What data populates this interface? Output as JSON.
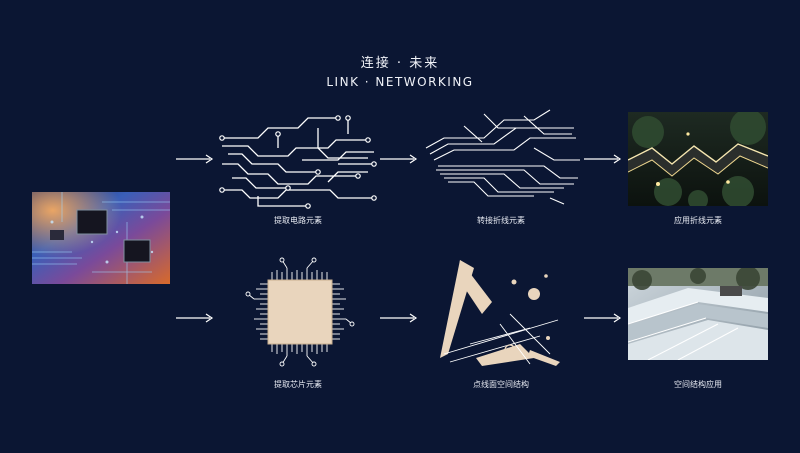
{
  "header": {
    "title_cn": "连接 · 未来",
    "title_en": "LINK · NETWORKING"
  },
  "captions": {
    "circuit_lines": "提取电路元素",
    "fold_lines": "转接折线元素",
    "apply_fold": "应用折线元素",
    "chip_elements": "提取芯片元素",
    "point_line_plane": "点线面空间结构",
    "apply_space": "空间结构应用"
  },
  "colors": {
    "background": "#0b1633",
    "line": "#ffffff",
    "chip": "#e9d5bd"
  }
}
